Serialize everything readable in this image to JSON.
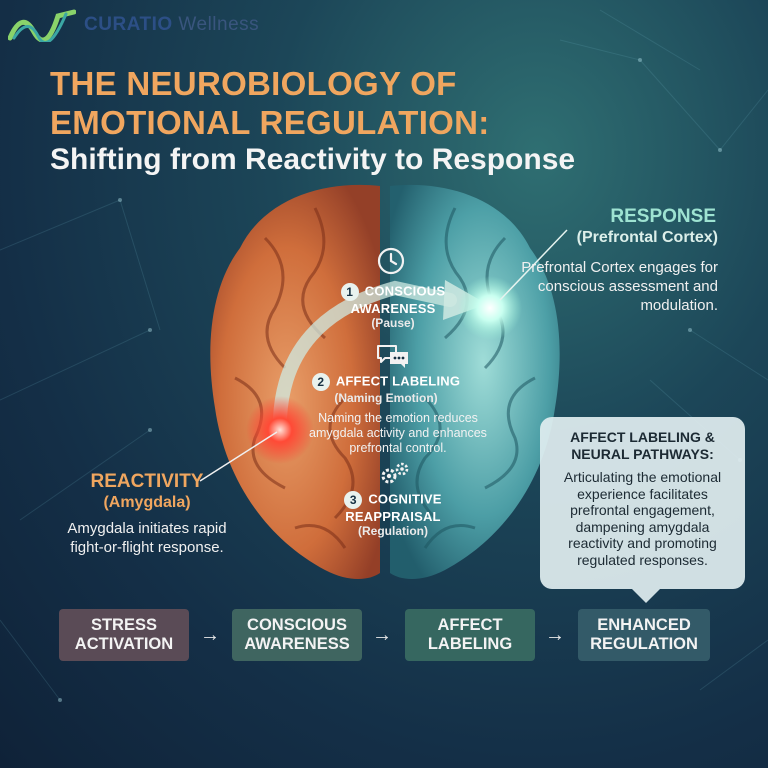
{
  "logo": {
    "brand": "CURATIO",
    "suffix": "Wellness"
  },
  "title": {
    "line1": "THE NEUROBIOLOGY OF",
    "line2": "EMOTIONAL REGULATION:",
    "subtitle": "Shifting from Reactivity to Response"
  },
  "response": {
    "title": "RESPONSE",
    "subtitle": "(Prefrontal Cortex)",
    "description": "Prefrontal Cortex engages for conscious assessment and modulation."
  },
  "reactivity": {
    "title": "REACTIVITY",
    "subtitle": "(Amygdala)",
    "description": "Amygdala initiates rapid fight-or-flight response."
  },
  "steps": [
    {
      "number": "1",
      "title_line1": "CONSCIOUS",
      "title_line2": "AWARENESS",
      "subtitle": "(Pause)",
      "icon": "clock-icon"
    },
    {
      "number": "2",
      "title_line1": "AFFECT LABELING",
      "subtitle": "(Naming Emotion)",
      "description": "Naming the emotion reduces amygdala activity and enhances prefrontal control.",
      "icon": "speech-bubbles-icon"
    },
    {
      "number": "3",
      "title_line1": "COGNITIVE",
      "title_line2": "REAPPRAISAL",
      "subtitle": "(Regulation)",
      "icon": "gears-icon"
    }
  ],
  "callout": {
    "title": "AFFECT LABELING & NEURAL PATHWAYS:",
    "text": "Articulating the emotional experience facilitates prefrontal engagement, dampening amygdala reactivity and promoting regulated responses."
  },
  "flow": [
    {
      "line1": "STRESS",
      "line2": "ACTIVATION"
    },
    {
      "line1": "CONSCIOUS",
      "line2": "AWARENESS"
    },
    {
      "line1": "AFFECT",
      "line2": "LABELING"
    },
    {
      "line1": "ENHANCED",
      "line2": "REGULATION"
    }
  ],
  "flow_arrow": "→",
  "colors": {
    "accent_orange": "#f0a65f",
    "accent_teal": "#9ee3d2",
    "brain_left": "#e07a3c",
    "brain_right": "#5fb9b4",
    "amygdala_glow": "#ff3b2e",
    "pfc_glow": "#e8fff6"
  }
}
